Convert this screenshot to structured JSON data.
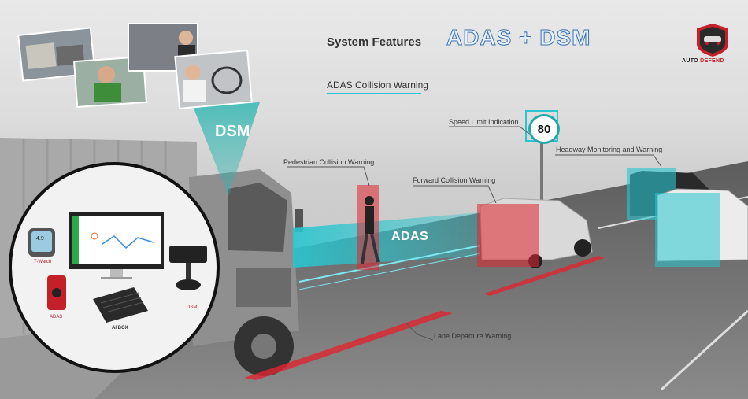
{
  "header": {
    "title": "System Features",
    "headline": "ADAS + DSM",
    "subtitle": "ADAS Collision Warning"
  },
  "brand": {
    "name_part1": "AUTO ",
    "name_part2": "DEFEND",
    "icon": "auto-defend-shield-logo"
  },
  "features": {
    "pedestrian": "Pedestrian Collision Warning",
    "speed_limit": "Speed Limit Indication",
    "forward": "Forward Collision Warning",
    "headway": "Headway Monitoring and Warning",
    "lane": "Lane Departure Warning"
  },
  "speed_sign": "80",
  "beams": {
    "dsm": "DSM",
    "adas": "ADAS"
  },
  "devices": {
    "twatch": "T-Watch",
    "twatch_reading": "4.9",
    "adas": "ADAS",
    "aibox": "AI BOX",
    "dsm": "DSM"
  },
  "colors": {
    "accent_cyan": "#29c6cf",
    "warning_red": "#e0262f",
    "headline_blue": "#3a6fb0"
  }
}
